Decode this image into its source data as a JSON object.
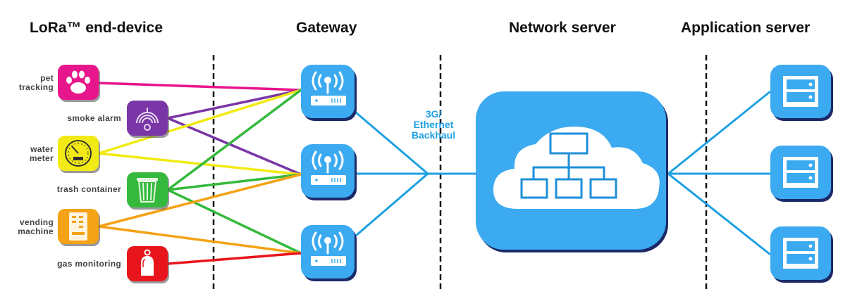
{
  "headings": {
    "end_device": "LoRa™ end-device",
    "gateway": "Gateway",
    "network_server": "Network server",
    "application_server": "Application server"
  },
  "devices": [
    {
      "id": "pet",
      "label_lines": [
        "pet",
        "tracking"
      ],
      "icon": "paw-icon",
      "color": "#e8158c",
      "gateways": [
        1
      ]
    },
    {
      "id": "smoke",
      "label_lines": [
        "smoke alarm"
      ],
      "icon": "smoke-alarm-icon",
      "color": "#7a35a6",
      "gateways": [
        1,
        2
      ]
    },
    {
      "id": "water",
      "label_lines": [
        "water",
        "meter"
      ],
      "icon": "gauge-icon",
      "color": "#f2ea12",
      "gateways": [
        1,
        2
      ]
    },
    {
      "id": "trash",
      "label_lines": [
        "trash container"
      ],
      "icon": "trash-bin-icon",
      "color": "#34b93c",
      "gateways": [
        1,
        2,
        3
      ]
    },
    {
      "id": "vending",
      "label_lines": [
        "vending",
        "machine"
      ],
      "icon": "vending-machine-icon",
      "color": "#f4a214",
      "gateways": [
        2,
        3
      ]
    },
    {
      "id": "gas",
      "label_lines": [
        "gas monitoring"
      ],
      "icon": "gas-bottle-icon",
      "color": "#e8141c",
      "gateways": [
        3
      ]
    }
  ],
  "gateways": [
    {
      "id": 1,
      "icon": "wireless-router-icon"
    },
    {
      "id": 2,
      "icon": "wireless-router-icon"
    },
    {
      "id": 3,
      "icon": "wireless-router-icon"
    }
  ],
  "backhaul": {
    "line1": "3G/",
    "line2": "Ethernet",
    "line3": "Backhaul"
  },
  "network_server": {
    "icon": "cloud-network-icon"
  },
  "application_servers": [
    {
      "id": 1,
      "icon": "server-icon"
    },
    {
      "id": 2,
      "icon": "server-icon"
    },
    {
      "id": 3,
      "icon": "server-icon"
    }
  ],
  "colors": {
    "blue": "#3aaaf0",
    "blue_shadow": "#1d2a6b",
    "link_blue": "#1ea0e2"
  }
}
